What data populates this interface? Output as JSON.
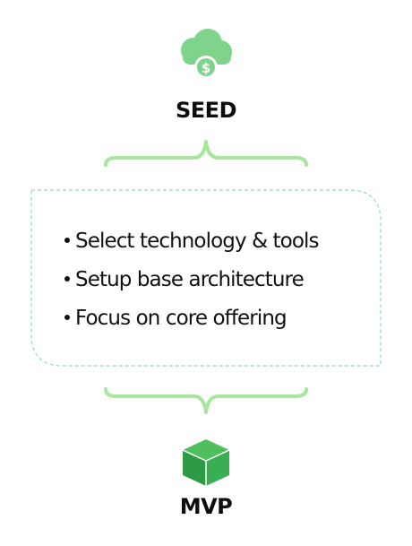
{
  "top_stage": {
    "label": "SEED",
    "icon": "cloud-dollar-icon"
  },
  "bottom_stage": {
    "label": "MVP",
    "icon": "cube-icon"
  },
  "content": {
    "items": [
      "Select technology & tools",
      "Setup base architecture",
      "Focus on core offering"
    ]
  },
  "colors": {
    "brace_green": "#a8e6a0",
    "cloud_green": "#7ed48a",
    "cube_green_top": "#4fbf5e",
    "cube_green_left": "#2f9a45",
    "cube_green_right": "#3aae52",
    "box_border": "#8fd8cf",
    "text": "#111111"
  }
}
